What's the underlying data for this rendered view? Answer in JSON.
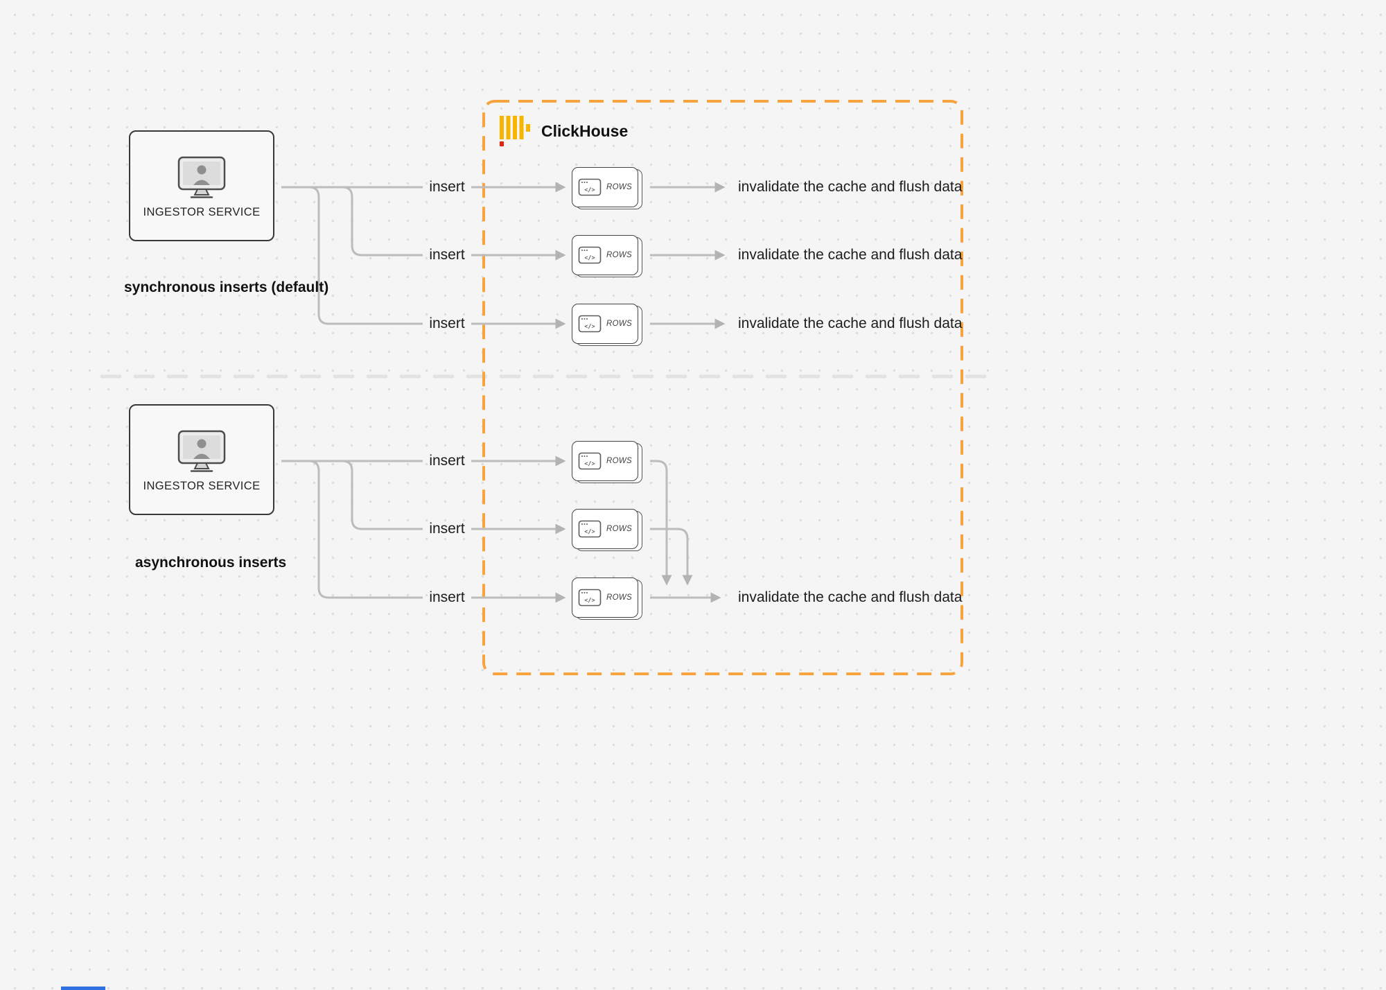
{
  "colors": {
    "boundary_orange": "#F7A43F",
    "clickhouse_yellow": "#F7B500",
    "clickhouse_red": "#E5240F",
    "connector_gray": "#BCBCBC",
    "text_dark": "#1C1C1E"
  },
  "icons": {
    "clickhouse_logo": "yellow-bars-with-red-dot",
    "ingestor": "monitor-with-user-silhouette",
    "rows_chip": "code-window-stacked-cards"
  },
  "clickhouse": {
    "label": "ClickHouse"
  },
  "rows_chip": {
    "label": "ROWS",
    "code_glyph": "</>"
  },
  "sync": {
    "service_label": "INGESTOR SERVICE",
    "caption": "synchronous inserts (default)",
    "insert_labels": [
      "insert",
      "insert",
      "insert"
    ],
    "outputs": [
      "invalidate the cache and flush data",
      "invalidate the cache and flush data",
      "invalidate the cache and flush data"
    ]
  },
  "async": {
    "service_label": "INGESTOR SERVICE",
    "caption": "asynchronous inserts",
    "insert_labels": [
      "insert",
      "insert",
      "insert"
    ],
    "output": "invalidate the cache and flush data"
  }
}
